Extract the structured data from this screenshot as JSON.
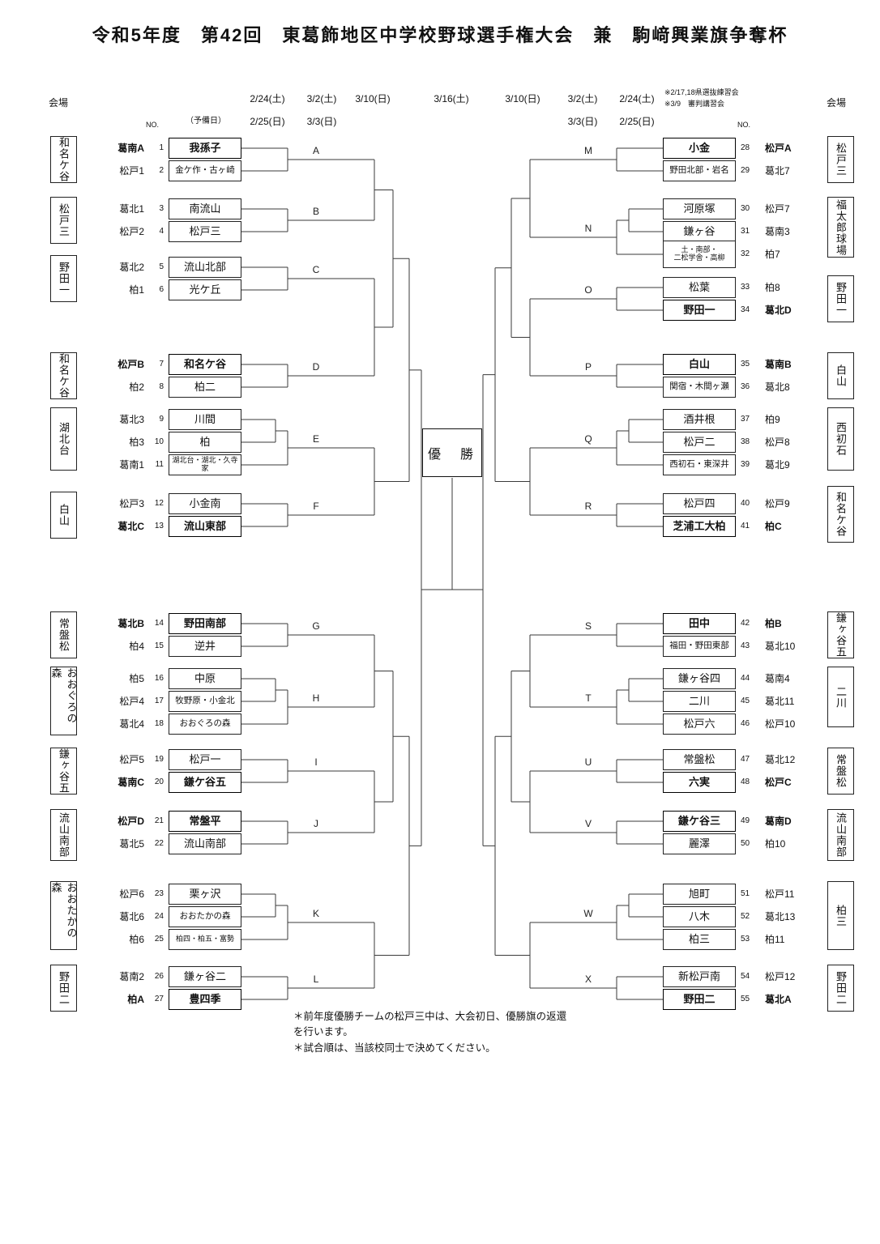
{
  "title": "令和5年度　第42回　東葛飾地区中学校野球選手権大会　兼　駒﨑興業旗争奪杯",
  "header": {
    "venue_left": "会場",
    "venue_right": "会場",
    "no_left": "NO.",
    "no_right": "NO.",
    "reserve": "（予備日）",
    "dates_row1": [
      "2/24(土)",
      "3/2(土)",
      "3/10(日)",
      "3/16(土)",
      "3/10(日)",
      "3/2(土)",
      "2/24(土)"
    ],
    "dates_row2": [
      "2/25(日)",
      "3/3(日)",
      "3/3(日)",
      "2/25(日)"
    ],
    "side_notes": [
      "※2/17,18県選抜練習会",
      "※3/9　審判講習会"
    ]
  },
  "champion_label": "優　勝",
  "left": {
    "letters": [
      "A",
      "B",
      "C",
      "D",
      "E",
      "F",
      "G",
      "H",
      "I",
      "J",
      "K",
      "L"
    ],
    "venues": [
      "和名ケ谷",
      "松戸三",
      "野田一",
      "和名ケ谷",
      "湖北台",
      "白山",
      "常盤松",
      "おおぐろの森",
      "鎌ヶ谷五",
      "流山南部",
      "おおたかの森",
      "野田二"
    ],
    "teams": [
      {
        "no": 1,
        "seed": "葛南A",
        "name": "我孫子",
        "seeded": true
      },
      {
        "no": 2,
        "seed": "松戸1",
        "name": "金ケ作・古ヶ崎"
      },
      {
        "no": 3,
        "seed": "葛北1",
        "name": "南流山"
      },
      {
        "no": 4,
        "seed": "松戸2",
        "name": "松戸三"
      },
      {
        "no": 5,
        "seed": "葛北2",
        "name": "流山北部"
      },
      {
        "no": 6,
        "seed": "柏1",
        "name": "光ケ丘"
      },
      {
        "no": 7,
        "seed": "松戸B",
        "name": "和名ケ谷",
        "seeded": true
      },
      {
        "no": 8,
        "seed": "柏2",
        "name": "柏二"
      },
      {
        "no": 9,
        "seed": "葛北3",
        "name": "川間"
      },
      {
        "no": 10,
        "seed": "柏3",
        "name": "柏"
      },
      {
        "no": 11,
        "seed": "葛南1",
        "name": "湖北台・湖北・久寺家"
      },
      {
        "no": 12,
        "seed": "松戸3",
        "name": "小金南"
      },
      {
        "no": 13,
        "seed": "葛北C",
        "name": "流山東部",
        "seeded": true
      },
      {
        "no": 14,
        "seed": "葛北B",
        "name": "野田南部",
        "seeded": true
      },
      {
        "no": 15,
        "seed": "柏4",
        "name": "逆井"
      },
      {
        "no": 16,
        "seed": "柏5",
        "name": "中原"
      },
      {
        "no": 17,
        "seed": "松戸4",
        "name": "牧野原・小金北"
      },
      {
        "no": 18,
        "seed": "葛北4",
        "name": "おおぐろの森"
      },
      {
        "no": 19,
        "seed": "松戸5",
        "name": "松戸一"
      },
      {
        "no": 20,
        "seed": "葛南C",
        "name": "鎌ケ谷五",
        "seeded": true
      },
      {
        "no": 21,
        "seed": "松戸D",
        "name": "常盤平",
        "seeded": true
      },
      {
        "no": 22,
        "seed": "葛北5",
        "name": "流山南部"
      },
      {
        "no": 23,
        "seed": "松戸6",
        "name": "栗ヶ沢"
      },
      {
        "no": 24,
        "seed": "葛北6",
        "name": "おおたかの森"
      },
      {
        "no": 25,
        "seed": "柏6",
        "name": "柏四・柏五・富勢"
      },
      {
        "no": 26,
        "seed": "葛南2",
        "name": "鎌ヶ谷二"
      },
      {
        "no": 27,
        "seed": "柏A",
        "name": "豊四季",
        "seeded": true
      }
    ]
  },
  "right": {
    "letters": [
      "M",
      "N",
      "O",
      "P",
      "Q",
      "R",
      "S",
      "T",
      "U",
      "V",
      "W",
      "X"
    ],
    "venues": [
      "松戸三",
      "福太郎球場",
      "野田一",
      "白山",
      "西初石",
      "和名ケ谷",
      "鎌ヶ谷五",
      "二川",
      "常盤松",
      "流山南部",
      "柏三",
      "野田二"
    ],
    "teams": [
      {
        "no": 28,
        "seed": "松戸A",
        "name": "小金",
        "seeded": true
      },
      {
        "no": 29,
        "seed": "葛北7",
        "name": "野田北部・岩名"
      },
      {
        "no": 30,
        "seed": "松戸7",
        "name": "河原塚"
      },
      {
        "no": 31,
        "seed": "葛南3",
        "name": "鎌ヶ谷"
      },
      {
        "no": 32,
        "seed": "柏7",
        "name": "土・南部・二松学舎・高柳",
        "name_lines": [
          "土・南部・",
          "二松学舎・高柳"
        ]
      },
      {
        "no": 33,
        "seed": "柏8",
        "name": "松葉"
      },
      {
        "no": 34,
        "seed": "葛北D",
        "name": "野田一",
        "seeded": true
      },
      {
        "no": 35,
        "seed": "葛南B",
        "name": "白山",
        "seeded": true
      },
      {
        "no": 36,
        "seed": "葛北8",
        "name": "関宿・木間ヶ瀬"
      },
      {
        "no": 37,
        "seed": "柏9",
        "name": "酒井根"
      },
      {
        "no": 38,
        "seed": "松戸8",
        "name": "松戸二"
      },
      {
        "no": 39,
        "seed": "葛北9",
        "name": "西初石・東深井"
      },
      {
        "no": 40,
        "seed": "松戸9",
        "name": "松戸四"
      },
      {
        "no": 41,
        "seed": "柏C",
        "name": "芝浦工大柏",
        "seeded": true
      },
      {
        "no": 42,
        "seed": "柏B",
        "name": "田中",
        "seeded": true
      },
      {
        "no": 43,
        "seed": "葛北10",
        "name": "福田・野田東部"
      },
      {
        "no": 44,
        "seed": "葛南4",
        "name": "鎌ヶ谷四"
      },
      {
        "no": 45,
        "seed": "葛北11",
        "name": "二川"
      },
      {
        "no": 46,
        "seed": "松戸10",
        "name": "松戸六"
      },
      {
        "no": 47,
        "seed": "葛北12",
        "name": "常盤松"
      },
      {
        "no": 48,
        "seed": "松戸C",
        "name": "六実",
        "seeded": true
      },
      {
        "no": 49,
        "seed": "葛南D",
        "name": "鎌ケ谷三",
        "seeded": true
      },
      {
        "no": 50,
        "seed": "柏10",
        "name": "麗澤"
      },
      {
        "no": 51,
        "seed": "松戸11",
        "name": "旭町"
      },
      {
        "no": 52,
        "seed": "葛北13",
        "name": "八木"
      },
      {
        "no": 53,
        "seed": "柏11",
        "name": "柏三"
      },
      {
        "no": 54,
        "seed": "松戸12",
        "name": "新松戸南"
      },
      {
        "no": 55,
        "seed": "葛北A",
        "name": "野田二",
        "seeded": true
      }
    ]
  },
  "footnotes": [
    "＊前年度優勝チームの松戸三中は、大会初日、優勝旗の返還を行います。",
    "＊試合順は、当該校同士で決めてください。"
  ]
}
